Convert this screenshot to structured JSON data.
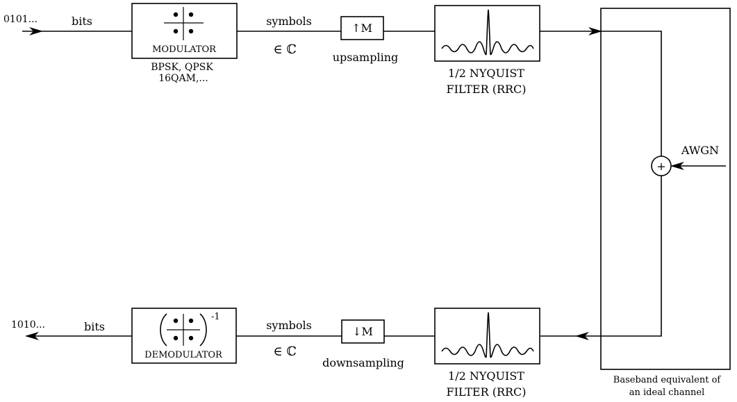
{
  "input_bits": "0101...",
  "output_bits": "1010...",
  "tx": {
    "bits_label": "bits",
    "modulator_label": "MODULATOR",
    "modulator_caption_line1": "BPSK, QPSK",
    "modulator_caption_line2": "16QAM,...",
    "symbols_label": "symbols",
    "symbols_set": "∈ ℂ",
    "upsampler_label": "↑M",
    "upsampler_caption": "upsampling",
    "filter_caption_line1": "1/2 NYQUIST",
    "filter_caption_line2": "FILTER (RRC)"
  },
  "channel": {
    "noise_label": "AWGN",
    "adder_symbol": "+",
    "caption_line1": "Baseband equivalent of",
    "caption_line2": "an ideal channel"
  },
  "rx": {
    "bits_label": "bits",
    "demodulator_label": "DEMODULATOR",
    "inverse_exponent": "-1",
    "symbols_label": "symbols",
    "symbols_set": "∈ ℂ",
    "downsampler_label": "↓M",
    "downsampler_caption": "downsampling",
    "filter_caption_line1": "1/2 NYQUIST",
    "filter_caption_line2": "FILTER (RRC)"
  }
}
